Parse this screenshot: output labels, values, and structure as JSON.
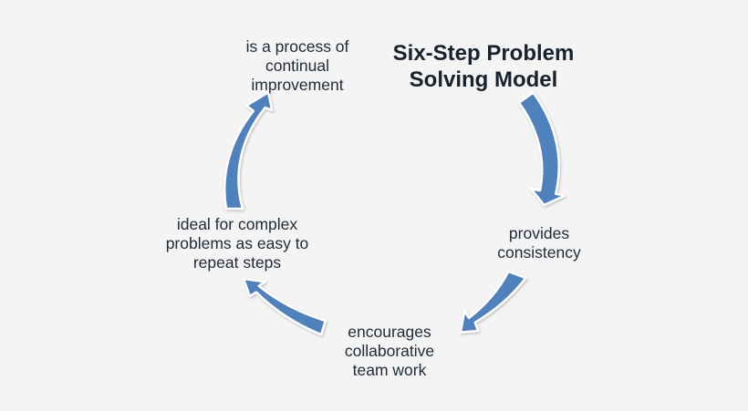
{
  "title": "Six-Step Problem\nSolving Model",
  "nodes": {
    "top_left": "is a process of\ncontinual\nimprovement",
    "right": "provides\nconsistency",
    "bottom": "encourages\ncollaborative\nteam work",
    "left": "ideal for complex\nproblems as easy to\nrepeat steps"
  },
  "colors": {
    "arrow_fill": "#4f81bd",
    "arrow_stroke": "#ffffff",
    "background": "#f4f4f4",
    "text": "#1f2a38"
  },
  "icons": {
    "arrows": "curved-block-arrow-icon"
  }
}
